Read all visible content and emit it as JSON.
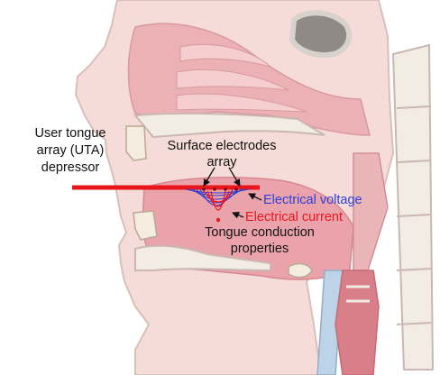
{
  "labels": {
    "uta_line1": "User tongue",
    "uta_line2": "array (UTA)",
    "uta_line3": "depressor",
    "electrodes_line1": "Surface electrodes",
    "electrodes_line2": "array",
    "voltage": "Electrical voltage",
    "current": "Electrical current",
    "conduction_line1": "Tongue conduction",
    "conduction_line2": "properties"
  },
  "colors": {
    "depressor": "#e8161b",
    "voltage": "#2f3fd6",
    "current": "#e8161b",
    "label_text": "#111111",
    "head_fill": "#f6dcd8",
    "pink_tissue": "#eaa3ab",
    "outline": "#c9b7b0"
  }
}
